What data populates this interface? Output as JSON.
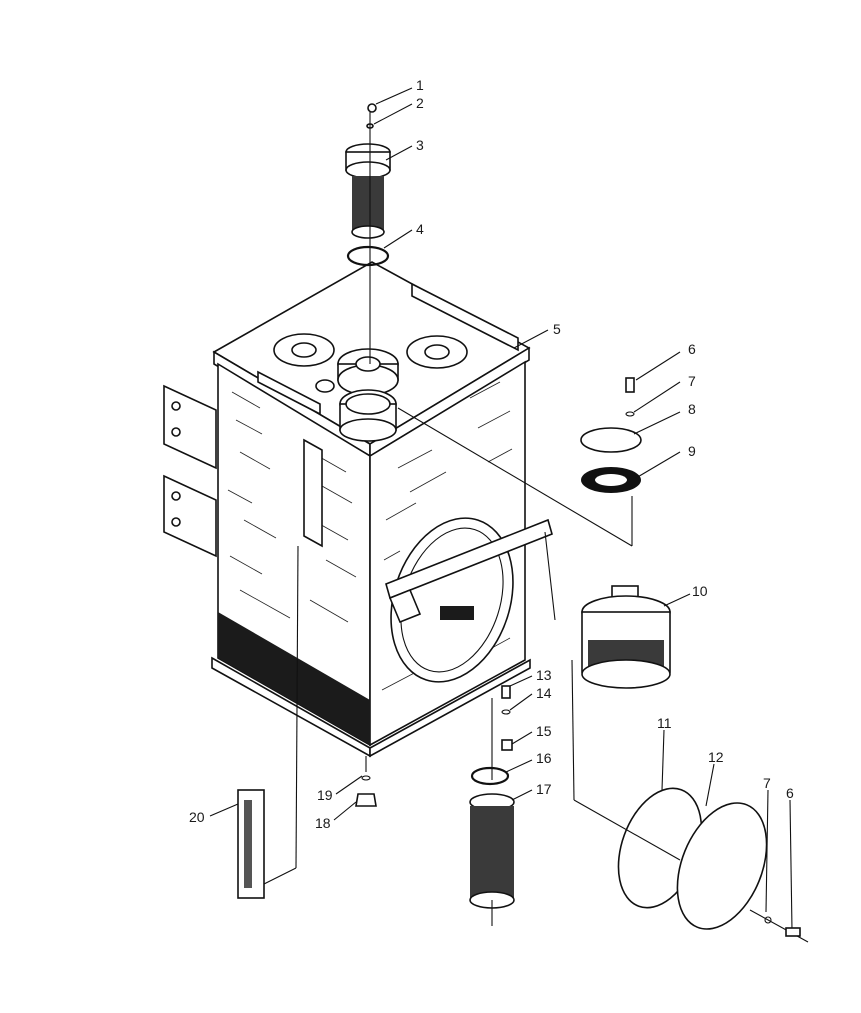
{
  "diagram": {
    "type": "exploded-parts-drawing",
    "callouts": [
      "1",
      "2",
      "3",
      "4",
      "5",
      "6",
      "7",
      "8",
      "9",
      "10",
      "11",
      "12",
      "13",
      "14",
      "15",
      "16",
      "17",
      "18",
      "19",
      "20",
      "7",
      "6"
    ]
  }
}
